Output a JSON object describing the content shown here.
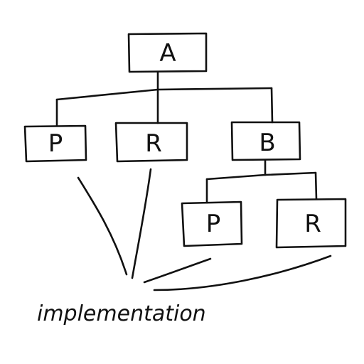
{
  "diagram": {
    "nodes": [
      {
        "id": "A",
        "label": "A"
      },
      {
        "id": "P1",
        "label": "P"
      },
      {
        "id": "R1",
        "label": "R"
      },
      {
        "id": "B",
        "label": "B"
      },
      {
        "id": "P2",
        "label": "P"
      },
      {
        "id": "R2",
        "label": "R"
      }
    ],
    "caption": "implementation"
  }
}
